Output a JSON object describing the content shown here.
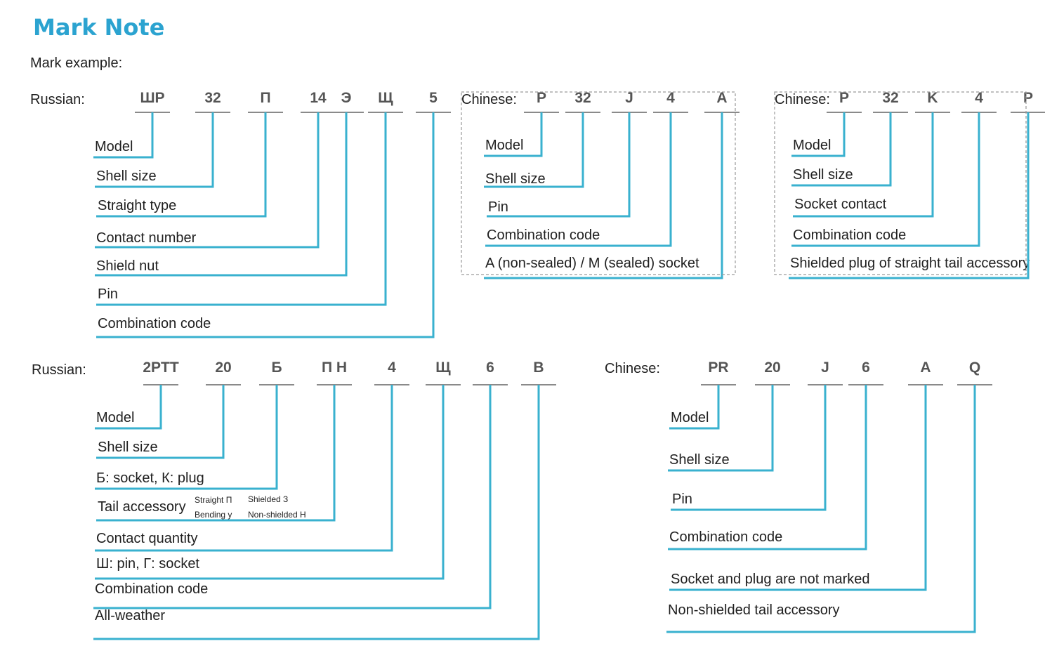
{
  "heading": "Mark Note",
  "subheading": "Mark example:",
  "diagrams": {
    "ru1": {
      "lang": "Russian:",
      "codes": [
        "ШР",
        "32",
        "П",
        "14",
        "Э",
        "Щ",
        "5"
      ],
      "labels": [
        "Model",
        "Shell size",
        "Straight type",
        "Contact  number",
        "Shield nut",
        "Pin",
        "Combination code"
      ]
    },
    "cn1": {
      "lang": "Chinese:",
      "codes": [
        "P",
        "32",
        "J",
        "4",
        "A"
      ],
      "labels": [
        "Model",
        "Shell size",
        "Pin",
        "Combination code",
        "A (non-sealed) /  M (sealed) socket"
      ]
    },
    "cn2": {
      "lang": "Chinese:",
      "codes": [
        "P",
        "32",
        "K",
        "4",
        "P"
      ],
      "labels": [
        "Model",
        "Shell size",
        "Socket contact",
        "Combination code",
        "Shielded plug of straight tail accessory"
      ]
    },
    "ru2": {
      "lang": "Russian:",
      "codes": [
        "2PTT",
        "20",
        "Б",
        "П Н",
        "4",
        "Щ",
        "6",
        "В"
      ],
      "labels": [
        "Model",
        "Shell size",
        "Б: socket,  К: plug",
        "Tail accessory",
        "Contact quantity",
        "Ш:  pin,  Г: socket",
        "Combination code",
        "All-weather"
      ],
      "tail_notes": [
        "Straight П",
        "Bending у",
        "Shielded З",
        "Non-shielded  Н"
      ]
    },
    "cn3": {
      "lang": "Chinese:",
      "codes": [
        "PR",
        "20",
        "J",
        "6",
        "A",
        "Q"
      ],
      "labels": [
        "Model",
        "Shell size",
        "Pin",
        "Combination code",
        "Socket and plug are  not marked",
        "Non-shielded tail accessory"
      ]
    }
  },
  "colors": {
    "title": "#2ba3d0",
    "leader_line": "#39b1cf",
    "dashed_box": "#9a9a9a"
  }
}
